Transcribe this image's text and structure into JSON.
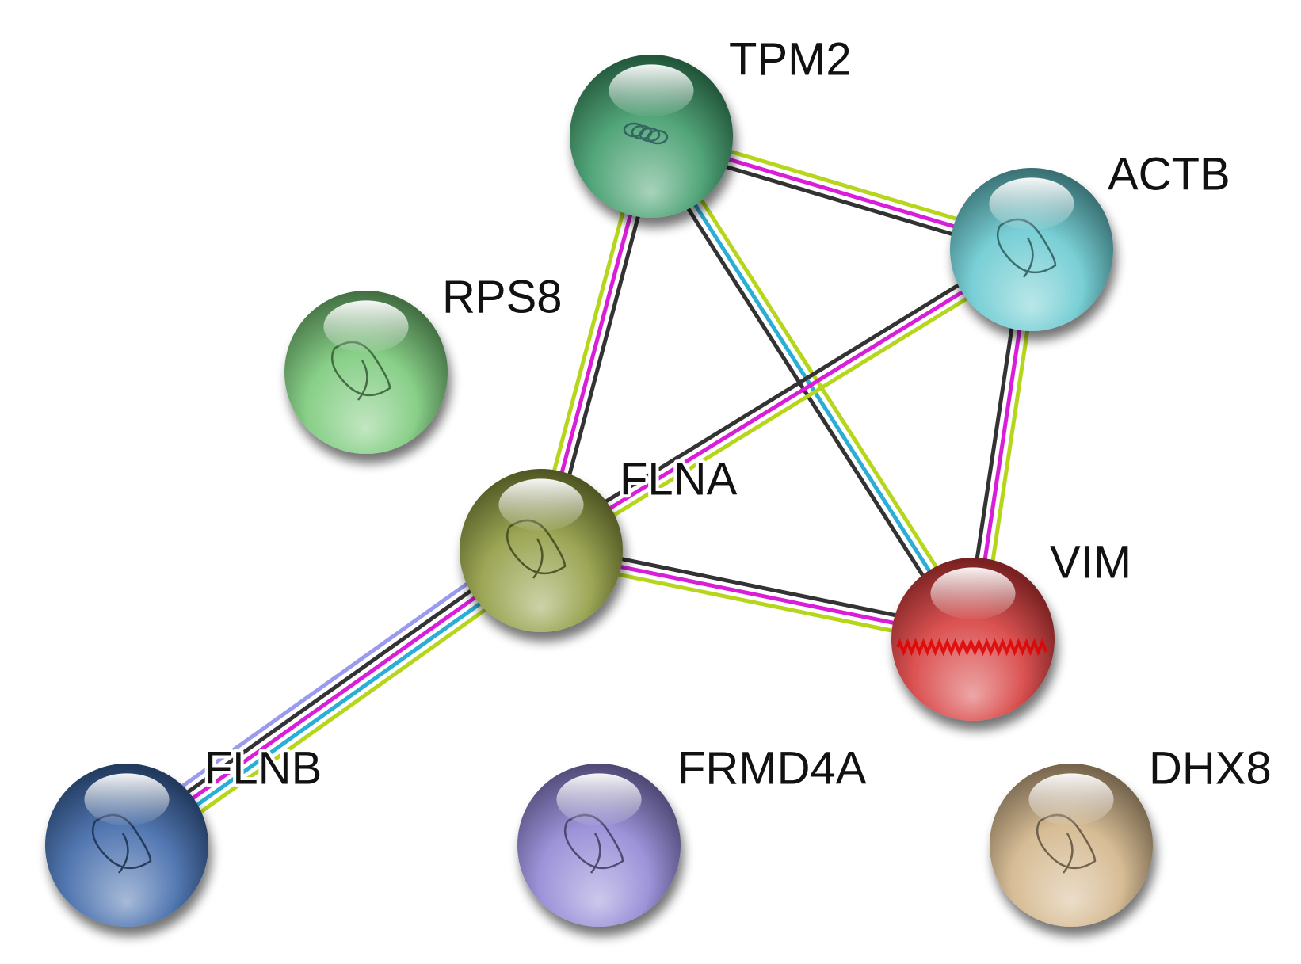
{
  "network": {
    "evidence_colors": {
      "coexpression": "#333333",
      "experiments": "#d91ed9",
      "textmining": "#b5d61a",
      "databases": "#2aaed6",
      "homology": "#9a9aee"
    },
    "nodes": [
      {
        "id": "TPM2",
        "label": "TPM2",
        "color": "#3c9a68",
        "structure": "coil-icon"
      },
      {
        "id": "ACTB",
        "label": "ACTB",
        "color": "#66c9cf",
        "structure": "protein-structure-icon"
      },
      {
        "id": "RPS8",
        "label": "RPS8",
        "color": "#78c878",
        "structure": "protein-structure-icon"
      },
      {
        "id": "FLNA",
        "label": "FLNA",
        "color": "#8f9a3e",
        "structure": "protein-structure-icon"
      },
      {
        "id": "VIM",
        "label": "VIM",
        "color": "#d63a3a",
        "structure": "helix-icon"
      },
      {
        "id": "FLNB",
        "label": "FLNB",
        "color": "#3b66a8",
        "structure": "protein-structure-icon"
      },
      {
        "id": "FRMD4A",
        "label": "FRMD4A",
        "color": "#8e84d4",
        "structure": "protein-structure-icon"
      },
      {
        "id": "DHX8",
        "label": "DHX8",
        "color": "#d2b488",
        "structure": "protein-structure-icon"
      }
    ],
    "edges": [
      {
        "source": "TPM2",
        "target": "ACTB",
        "evidence": [
          "textmining",
          "experiments",
          "coexpression"
        ]
      },
      {
        "source": "TPM2",
        "target": "FLNA",
        "evidence": [
          "coexpression",
          "experiments",
          "textmining"
        ]
      },
      {
        "source": "TPM2",
        "target": "VIM",
        "evidence": [
          "textmining",
          "databases",
          "coexpression"
        ]
      },
      {
        "source": "ACTB",
        "target": "FLNA",
        "evidence": [
          "textmining",
          "experiments",
          "coexpression"
        ]
      },
      {
        "source": "ACTB",
        "target": "VIM",
        "evidence": [
          "textmining",
          "experiments",
          "coexpression"
        ]
      },
      {
        "source": "FLNA",
        "target": "VIM",
        "evidence": [
          "coexpression",
          "experiments",
          "textmining"
        ]
      },
      {
        "source": "FLNA",
        "target": "FLNB",
        "evidence": [
          "textmining",
          "databases",
          "experiments",
          "coexpression",
          "homology"
        ]
      }
    ]
  }
}
